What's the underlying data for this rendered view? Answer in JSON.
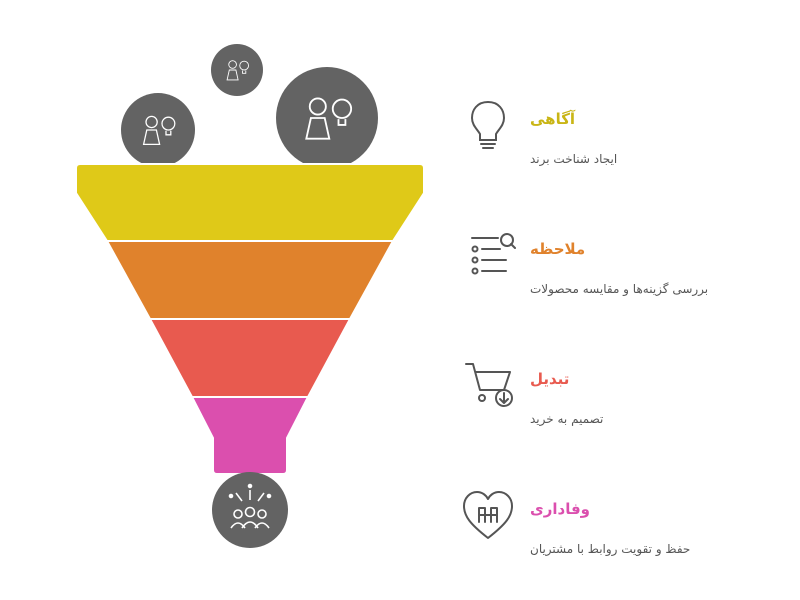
{
  "colors": {
    "awareness": "#DFC918",
    "consideration": "#E0822C",
    "conversion": "#E85A4F",
    "loyalty": "#DB4FAE",
    "circle": "#636363",
    "icon_stroke": "#555555"
  },
  "stages": [
    {
      "id": "awareness",
      "title": "آگاهی",
      "description": "ایجاد شناخت برند",
      "icon": "lightbulb-icon"
    },
    {
      "id": "consideration",
      "title": "ملاحظه",
      "description": "بررسی گزینه‌ها و مقایسه محصولات",
      "icon": "search-list-icon"
    },
    {
      "id": "conversion",
      "title": "تبدیل",
      "description": "تصمیم به خرید",
      "icon": "shopping-cart-icon"
    },
    {
      "id": "loyalty",
      "title": "وفاداری",
      "description": "حفظ و تقویت روابط با مشتریان",
      "icon": "heart-handshake-icon"
    }
  ],
  "top_circles": [
    "person-idea-icon",
    "person-idea-icon",
    "person-idea-icon"
  ],
  "bottom_circle": "loyal-group-icon"
}
